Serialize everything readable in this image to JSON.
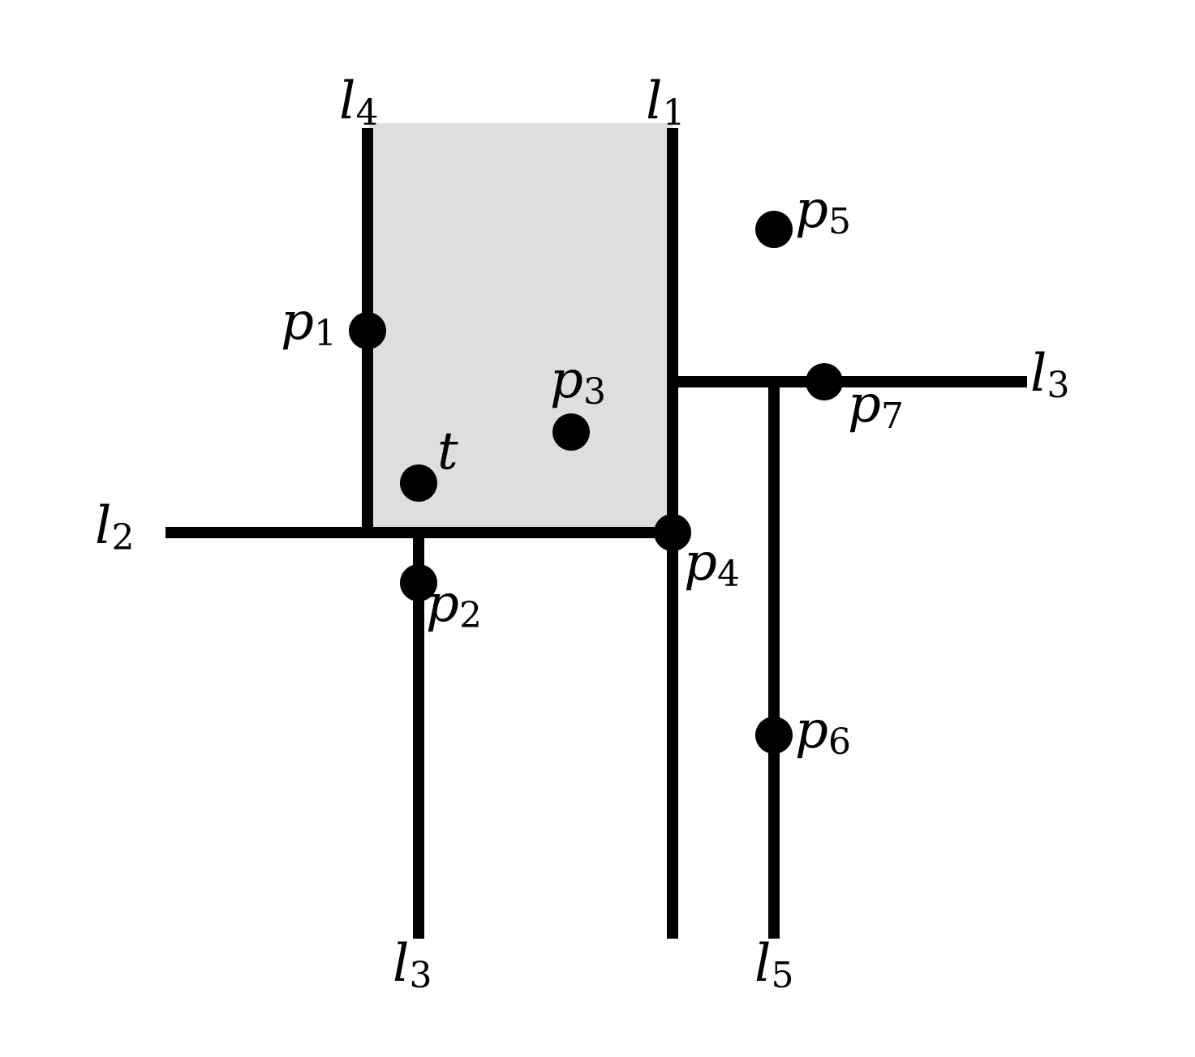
{
  "colors": {
    "line": "#000000",
    "region_fill": "#dedede",
    "background": "#ffffff"
  },
  "labels": {
    "l4": {
      "main": "l",
      "sub": "4"
    },
    "l1": {
      "main": "l",
      "sub": "1"
    },
    "l2": {
      "main": "l",
      "sub": "2"
    },
    "l3_right": {
      "main": "l",
      "sub": "3"
    },
    "l3_bottom": {
      "main": "l",
      "sub": "3"
    },
    "l5": {
      "main": "l",
      "sub": "5"
    },
    "p1": {
      "main": "p",
      "sub": "1"
    },
    "p2": {
      "main": "p",
      "sub": "2"
    },
    "p3": {
      "main": "p",
      "sub": "3"
    },
    "p4": {
      "main": "p",
      "sub": "4"
    },
    "p5": {
      "main": "p",
      "sub": "5"
    },
    "p6": {
      "main": "p",
      "sub": "6"
    },
    "p7": {
      "main": "p",
      "sub": "7"
    },
    "t": {
      "main": "t"
    }
  }
}
